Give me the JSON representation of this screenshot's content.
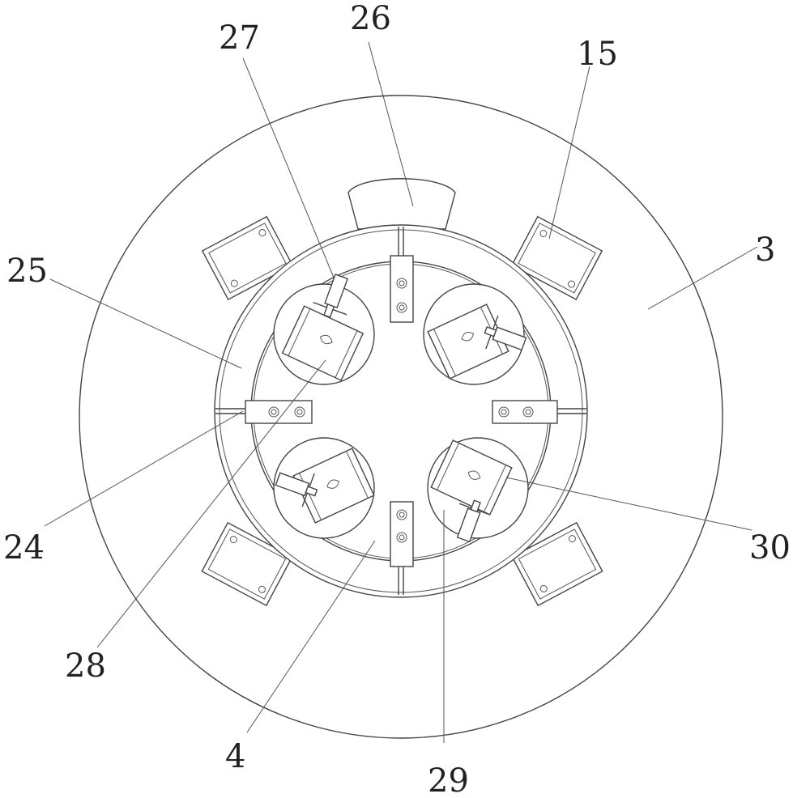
{
  "figure": {
    "callouts": [
      {
        "id": "c26",
        "text": "26"
      },
      {
        "id": "c27",
        "text": "27"
      },
      {
        "id": "c15",
        "text": "15"
      },
      {
        "id": "c3",
        "text": "3"
      },
      {
        "id": "c25",
        "text": "25"
      },
      {
        "id": "c24",
        "text": "24"
      },
      {
        "id": "c28",
        "text": "28"
      },
      {
        "id": "c4",
        "text": "4"
      },
      {
        "id": "c29",
        "text": "29"
      },
      {
        "id": "c30",
        "text": "30"
      }
    ]
  }
}
